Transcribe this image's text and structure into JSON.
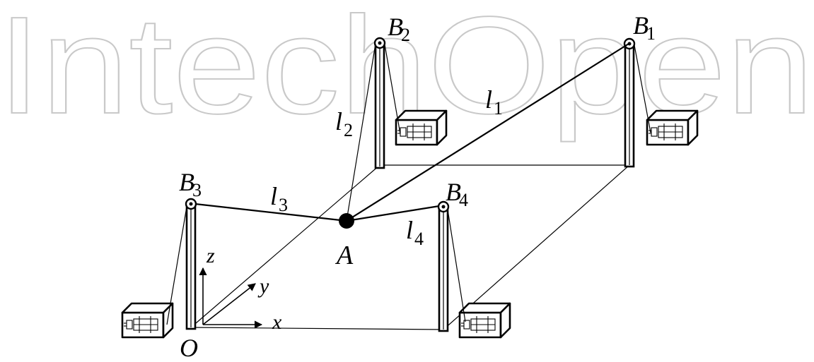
{
  "watermark": "IntechOpen",
  "labels": {
    "B1": {
      "main": "B",
      "sub": "1"
    },
    "B2": {
      "main": "B",
      "sub": "2"
    },
    "B3": {
      "main": "B",
      "sub": "3"
    },
    "B4": {
      "main": "B",
      "sub": "4"
    },
    "l1": {
      "main": "l",
      "sub": "1"
    },
    "l2": {
      "main": "l",
      "sub": "2"
    },
    "l3": {
      "main": "l",
      "sub": "3"
    },
    "l4": {
      "main": "l",
      "sub": "4"
    },
    "A": "A",
    "O": "O",
    "x": "x",
    "y": "y",
    "z": "z"
  }
}
